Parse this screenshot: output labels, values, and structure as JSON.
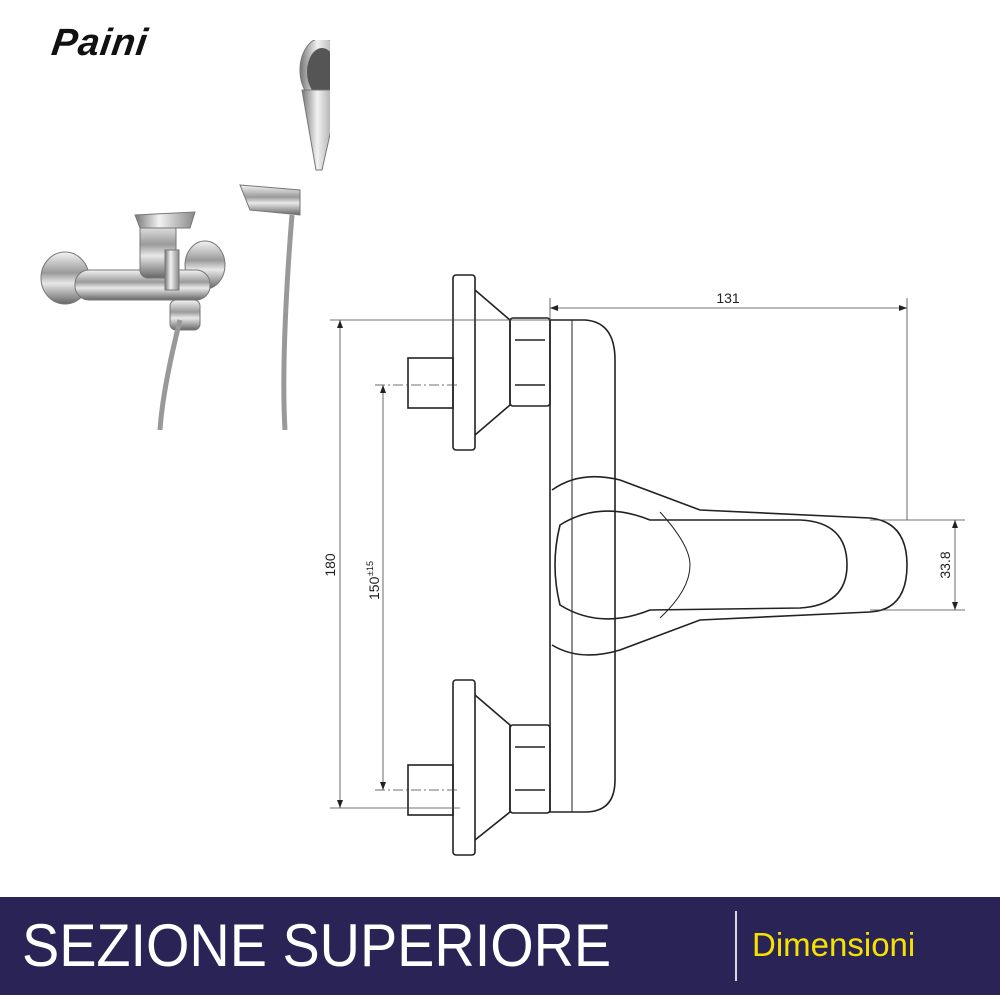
{
  "brand": {
    "logo_text": "Paini"
  },
  "dimensions": {
    "width": "131",
    "height": "180",
    "centers": "150",
    "centers_tolerance": "±15",
    "lever": "33.8"
  },
  "banner": {
    "title": "SEZIONE SUPERIORE",
    "subtitle": "Dimensioni",
    "background_color": "#2a2456",
    "subtitle_color": "#f5e200"
  }
}
